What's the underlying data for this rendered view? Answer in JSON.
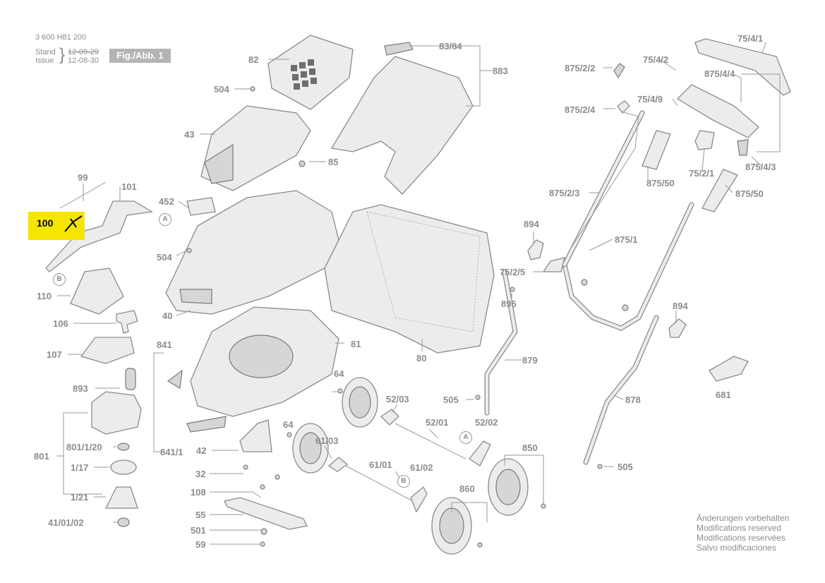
{
  "header": {
    "doc_number": "3 600 H81 200",
    "stand_label": "Stand",
    "issue_label": "Issue",
    "stand_date": "12-09-29",
    "issue_date": "12-08-30",
    "figure_label": "Fig./Abb. 1"
  },
  "highlighted_part": "100",
  "callouts": {
    "c82": "82",
    "c504a": "504",
    "c43": "43",
    "c83_84": "83/84",
    "c883": "883",
    "c85": "85",
    "c99": "99",
    "c101": "101",
    "c452": "452",
    "c504b": "504",
    "c110": "110",
    "c106": "106",
    "c107": "107",
    "c40": "40",
    "c81": "81",
    "c80": "80",
    "c841": "841",
    "c841_1": "841/1",
    "c893": "893",
    "c801": "801",
    "c801_1_20": "801/1/20",
    "c1_17": "1/17",
    "c1_21": "1/21",
    "c41_01_02": "41/01/02",
    "c42": "42",
    "c32": "32",
    "c108": "108",
    "c55": "55",
    "c501": "501",
    "c59": "59",
    "c64a": "64",
    "c64b": "64",
    "c52_03": "52/03",
    "c52_01": "52/01",
    "c52_02": "52/02",
    "c61_03": "61/03",
    "c61_01": "61/01",
    "c61_02": "61/02",
    "c505a": "505",
    "c879": "879",
    "c850": "850",
    "c860": "860",
    "c894a": "894",
    "c75_2_5": "75/2/5",
    "c895": "895",
    "c875_2_2": "875/2/2",
    "c875_2_4": "875/2/4",
    "c875_2_3": "875/2/3",
    "c875_50a": "875/50",
    "c875_50b": "875/50",
    "c75_2_1": "75/2/1",
    "c75_4_1": "75/4/1",
    "c75_4_2": "75/4/2",
    "c875_4_4": "875/4/4",
    "c75_4_9": "75/4/9",
    "c875_4_3": "875/4/3",
    "c875_1": "875/1",
    "c894b": "894",
    "c681": "681",
    "c878": "878",
    "c505b": "505"
  },
  "circle_markers": {
    "a1": "A",
    "b1": "B",
    "a2": "A",
    "b2": "B"
  },
  "notes": [
    "Änderungen vorbehalten",
    "Modifications reserved",
    "Modifications reservées",
    "Salvo modificaciones"
  ],
  "colors": {
    "highlight": "#f5e600",
    "lines": "#8a8a8a",
    "figure_box": "#b4b4b4"
  }
}
